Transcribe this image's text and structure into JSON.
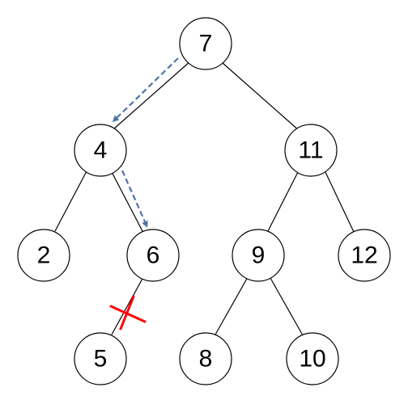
{
  "nodes": [
    {
      "id": "n7",
      "label": "7"
    },
    {
      "id": "n4",
      "label": "4"
    },
    {
      "id": "n11",
      "label": "11"
    },
    {
      "id": "n2",
      "label": "2"
    },
    {
      "id": "n6",
      "label": "6"
    },
    {
      "id": "n9",
      "label": "9"
    },
    {
      "id": "n12",
      "label": "12"
    },
    {
      "id": "n5",
      "label": "5"
    },
    {
      "id": "n8",
      "label": "8"
    },
    {
      "id": "n10",
      "label": "10"
    }
  ],
  "edges": [
    {
      "from": "7",
      "to": "4"
    },
    {
      "from": "7",
      "to": "11"
    },
    {
      "from": "4",
      "to": "2"
    },
    {
      "from": "4",
      "to": "6"
    },
    {
      "from": "6",
      "to": "5",
      "cut": true
    },
    {
      "from": "11",
      "to": "9"
    },
    {
      "from": "11",
      "to": "12"
    },
    {
      "from": "9",
      "to": "8"
    },
    {
      "from": "9",
      "to": "10"
    }
  ],
  "search_path": [
    {
      "from": "7",
      "to": "4"
    },
    {
      "from": "4",
      "to": "6"
    }
  ],
  "colors": {
    "node_stroke": "#000000",
    "node_fill": "#ffffff",
    "edge": "#000000",
    "search_arrow": "#4f74a6",
    "cut_mark": "#ff0000"
  }
}
